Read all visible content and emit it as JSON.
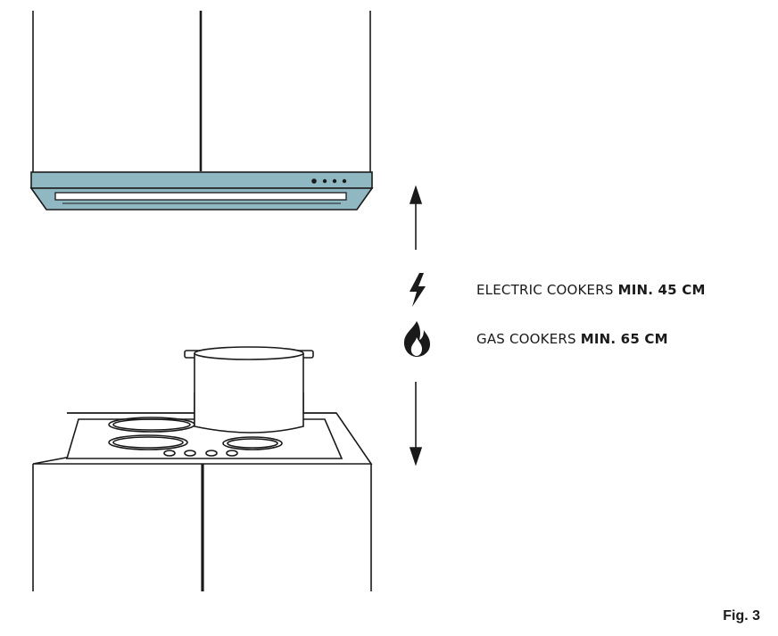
{
  "labels": {
    "electric_prefix": "ELECTRIC COOKERS",
    "electric_value": "MIN. 45 CM",
    "gas_prefix": "GAS COOKERS",
    "gas_value": "MIN. 65 CM"
  },
  "caption": "Fig. 3",
  "icons": {
    "electric": "lightning-bolt-icon",
    "gas": "flame-icon",
    "distance": "double-arrow-icon"
  },
  "colors": {
    "hood_panel": "#8fb8c3",
    "line": "#1a1a1a"
  }
}
